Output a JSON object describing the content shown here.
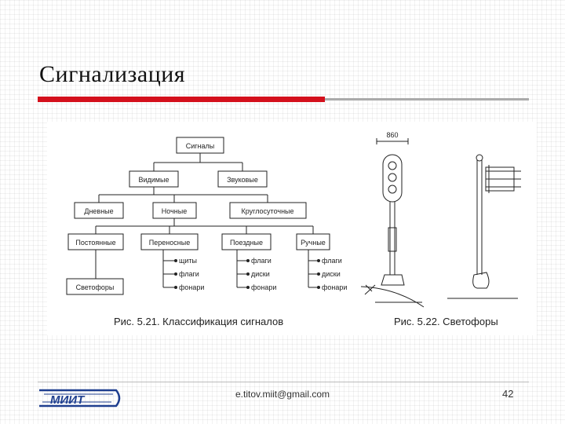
{
  "slide": {
    "title": "Сигнализация",
    "email": "e.titov.miit@gmail.com",
    "page": "42",
    "logo_text": "МИИТ",
    "accent": "#d4101c"
  },
  "figure1": {
    "caption": "Рис. 5.21. Классификация сигналов",
    "root": "Сигналы",
    "level1": [
      "Видимые",
      "Звуковые"
    ],
    "level2": [
      "Дневные",
      "Ночные",
      "Круглосуточные"
    ],
    "level3": [
      "Постоянные",
      "Переносные",
      "Поездные",
      "Ручные"
    ],
    "level4": "Светофоры",
    "items_portable": [
      "щиты",
      "флаги",
      "фонари"
    ],
    "items_train": [
      "флаги",
      "диски",
      "фонари"
    ],
    "items_manual": [
      "флаги",
      "диски",
      "фонари"
    ]
  },
  "figure2": {
    "caption": "Рис. 5.22. Светофоры",
    "dimension": "860"
  }
}
